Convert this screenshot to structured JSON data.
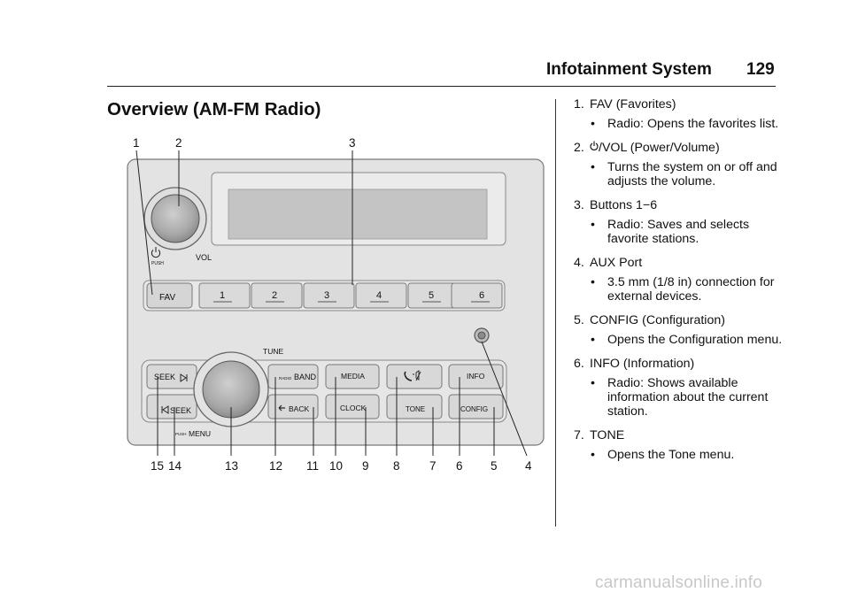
{
  "header": {
    "title": "Infotainment System",
    "page_number": "129"
  },
  "section_title": "Overview (AM-FM Radio)",
  "figure": {
    "callouts_top": [
      "1",
      "2",
      "3"
    ],
    "callouts_bottom": [
      "15",
      "14",
      "13",
      "12",
      "11",
      "10",
      "9",
      "8",
      "7",
      "6",
      "5",
      "4"
    ],
    "knob_labels": {
      "power_push": "PUSH",
      "vol": "VOL",
      "tune": "TUNE",
      "menu_push": "PUSH",
      "menu": "MENU"
    },
    "preset_buttons": [
      "FAV",
      "1",
      "2",
      "3",
      "4",
      "5",
      "6"
    ],
    "top_row_buttons": {
      "seek_fwd": "SEEK",
      "radio_small": "RADIO",
      "band": "BAND",
      "media": "MEDIA",
      "info": "INFO"
    },
    "bottom_row_buttons": {
      "seek_back": "SEEK",
      "back": "BACK",
      "clock": "CLOCK",
      "tone": "TONE",
      "config": "CONFIG"
    }
  },
  "list": [
    {
      "num": "1.",
      "title": "FAV (Favorites)",
      "bullets": [
        "Radio: Opens the favorites list."
      ]
    },
    {
      "num": "2.",
      "title": "/VOL (Power/Volume)",
      "has_power_icon": true,
      "bullets": [
        "Turns the system on or off and adjusts the volume."
      ]
    },
    {
      "num": "3.",
      "title": "Buttons 1−6",
      "bullets": [
        "Radio: Saves and selects favorite stations."
      ]
    },
    {
      "num": "4.",
      "title": "AUX Port",
      "bullets": [
        "3.5 mm (1/8 in) connection for external devices."
      ]
    },
    {
      "num": "5.",
      "title": "CONFIG (Configuration)",
      "bullets": [
        "Opens the Configuration menu."
      ]
    },
    {
      "num": "6.",
      "title": "INFO (Information)",
      "bullets": [
        "Radio: Shows available information about the current station."
      ]
    },
    {
      "num": "7.",
      "title": "TONE",
      "bullets": [
        "Opens the Tone menu."
      ]
    }
  ],
  "bullet_symbol": "•",
  "watermark": "carmanualsonline.info"
}
